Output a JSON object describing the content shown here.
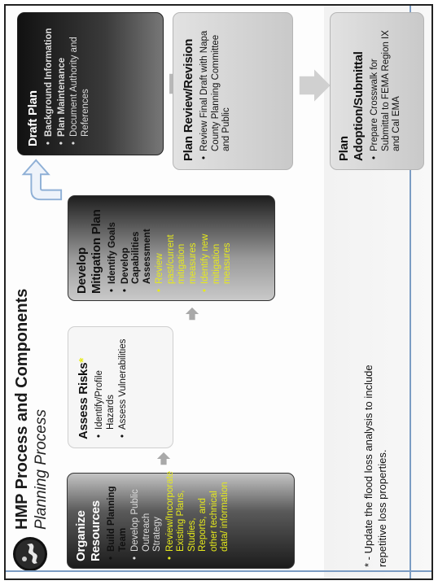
{
  "header": {
    "title": "HMP Process and Components",
    "subtitle": "Planning Process"
  },
  "steps": {
    "organize": {
      "title_l1": "Organize",
      "title_l2": "Resources",
      "b1": "Build Planning Team",
      "b2": "Develop Public Outreach Strategy",
      "b3": "Review/Incorporate Existing Plans, Studies, Reports, and other technical data/ information"
    },
    "assess": {
      "title": "Assess Risks",
      "star": "*",
      "b1": "Identify/Profile Hazards",
      "b2": "Assess Vulnerabilities"
    },
    "develop": {
      "title_l1": "Develop",
      "title_l2": "Mitigation Plan",
      "b1": "Identify Goals",
      "b2": "Develop Capabilities Assessment",
      "b3": "Review past/current mitigation measures",
      "b4": "Identify new mitigation measures"
    },
    "draft": {
      "title": "Draft Plan",
      "b1": "Background Information",
      "b2": "Plan Maintenance",
      "b3": "Document Authority and References"
    },
    "review": {
      "title": "Plan Review/Revision",
      "b1": "Review Final Draft with Napa County Planning Committee and Public"
    },
    "adoption": {
      "title_l1": "Plan",
      "title_l2": "Adoption/Submittal",
      "b1": "Prepare Crosswalk for Submittal to FEMA Region IX and Cal EMA"
    }
  },
  "footnote": {
    "line1": "* - Update the flood loss analysis to include",
    "line2": "repetitive loss properties."
  },
  "colors": {
    "highlight": "#e6ea1c",
    "rule": "#7b9cc3",
    "arrow_fill": "#bdbdbd",
    "curved_arrow": "#8fb0d6"
  }
}
